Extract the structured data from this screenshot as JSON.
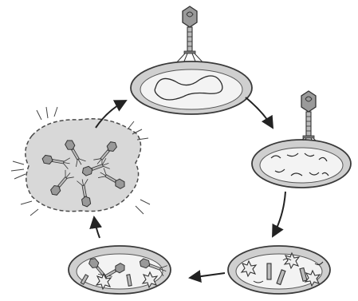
{
  "diagram": {
    "type": "lytic-cycle",
    "colors": {
      "outline": "#3a3a3a",
      "cell_fill": "#cfcfcf",
      "cell_inner": "#f4f4f4",
      "phage_head": "#8a8a8a",
      "dna": "#2a2a2a",
      "arrow": "#222222"
    },
    "stages": [
      {
        "id": "attachment",
        "icon": "phage-attached-to-cell"
      },
      {
        "id": "injection",
        "icon": "dna-fragmented-in-cell"
      },
      {
        "id": "synthesis",
        "icon": "phage-parts-in-cell"
      },
      {
        "id": "assembly",
        "icon": "assembled-phages-in-cell"
      },
      {
        "id": "lysis",
        "icon": "bursting-cell-releasing-phages"
      }
    ]
  }
}
